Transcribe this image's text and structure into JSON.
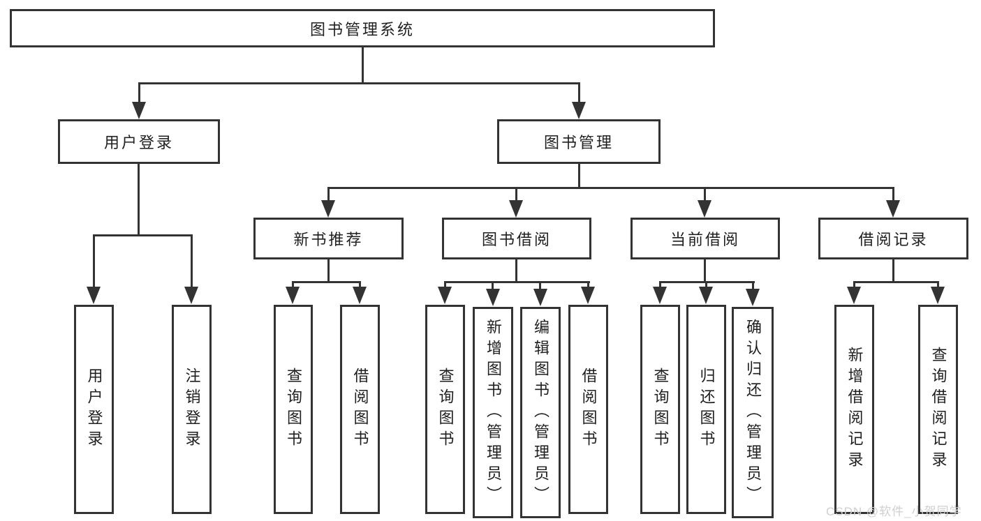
{
  "tree": {
    "root": {
      "label": "图书管理系统",
      "children": [
        {
          "label": "用户登录",
          "children": [
            {
              "label": "用户登录"
            },
            {
              "label": "注销登录"
            }
          ]
        },
        {
          "label": "图书管理",
          "children": [
            {
              "label": "新书推荐",
              "children": [
                {
                  "label": "查询图书"
                },
                {
                  "label": "借阅图书"
                }
              ]
            },
            {
              "label": "图书借阅",
              "children": [
                {
                  "label": "查询图书"
                },
                {
                  "label": "新增图书（管理员）"
                },
                {
                  "label": "编辑图书（管理员）"
                },
                {
                  "label": "借阅图书"
                }
              ]
            },
            {
              "label": "当前借阅",
              "children": [
                {
                  "label": "查询图书"
                },
                {
                  "label": "归还图书"
                },
                {
                  "label": "确认归还（管理员）"
                }
              ]
            },
            {
              "label": "借阅记录",
              "children": [
                {
                  "label": "新增借阅记录"
                },
                {
                  "label": "查询借阅记录"
                }
              ]
            }
          ]
        }
      ]
    }
  },
  "watermark": {
    "text": "CSDN @软件_小贺同学"
  },
  "colors": {
    "line": "#333333",
    "text": "#1f1f1f",
    "watermark": "#cfcfcf",
    "background": "#ffffff"
  }
}
